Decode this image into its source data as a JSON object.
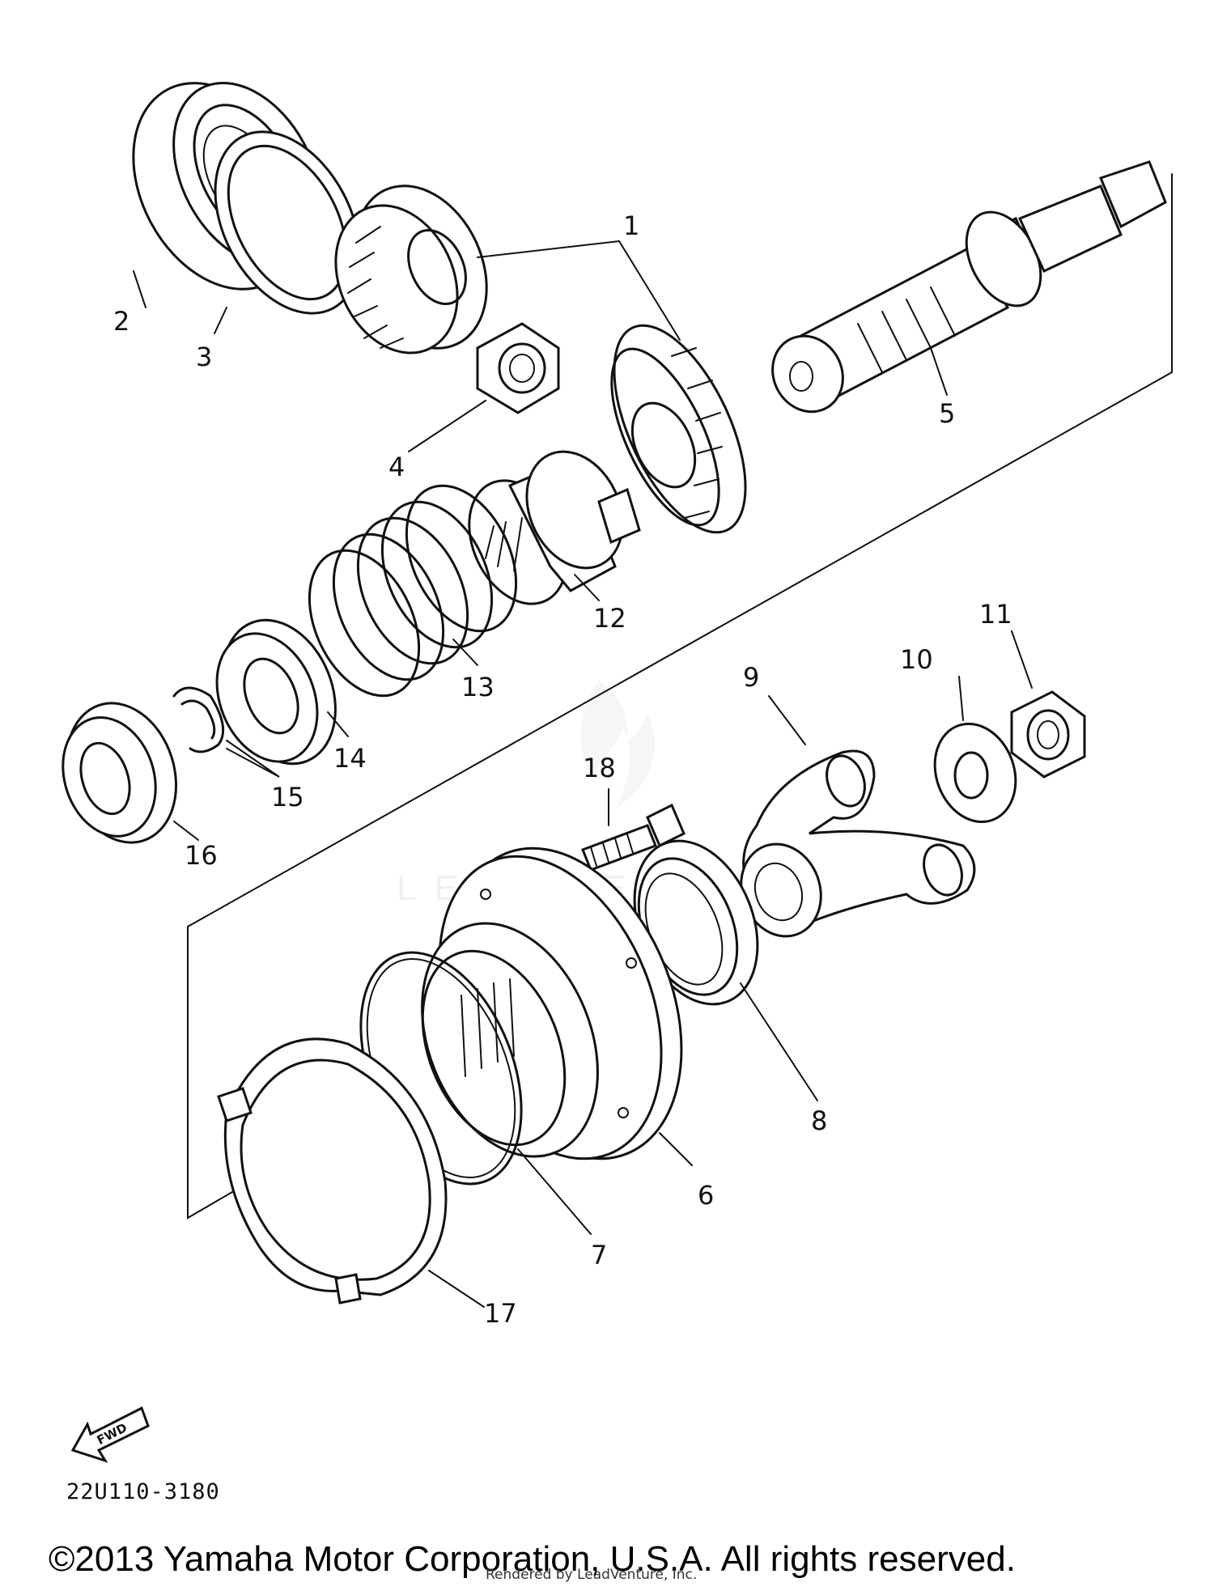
{
  "diagram": {
    "callouts": [
      "1",
      "2",
      "3",
      "4",
      "5",
      "6",
      "7",
      "8",
      "9",
      "10",
      "11",
      "12",
      "13",
      "14",
      "15",
      "16",
      "17",
      "18"
    ],
    "fwd_label": "FWD",
    "part_code": "22U110-3180",
    "watermark": "LEADVENTURE"
  },
  "footer": {
    "copyright": "©2013 Yamaha Motor Corporation, U.S.A. All rights reserved.",
    "rendered_by": "Rendered by LeadVenture, Inc."
  }
}
